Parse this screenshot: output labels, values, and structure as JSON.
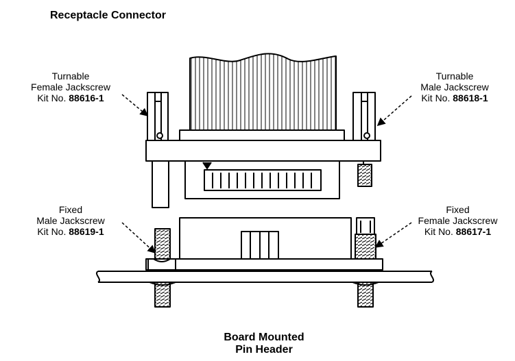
{
  "top_title": "Receptacle Connector",
  "bottom_title": {
    "line1": "Board Mounted",
    "line2": "Pin Header"
  },
  "callouts": {
    "turnable_female": {
      "line1": "Turnable",
      "line2": "Female Jackscrew",
      "kit_prefix": "Kit No.",
      "kit_number": "88616-1"
    },
    "turnable_male": {
      "line1": "Turnable",
      "line2": "Male Jackscrew",
      "kit_prefix": "Kit No.",
      "kit_number": "88618-1"
    },
    "fixed_male": {
      "line1": "Fixed",
      "line2": "Male Jackscrew",
      "kit_prefix": "Kit No.",
      "kit_number": "88619-1"
    },
    "fixed_female": {
      "line1": "Fixed",
      "line2": "Female Jackscrew",
      "kit_prefix": "Kit No.",
      "kit_number": "88617-1"
    }
  }
}
